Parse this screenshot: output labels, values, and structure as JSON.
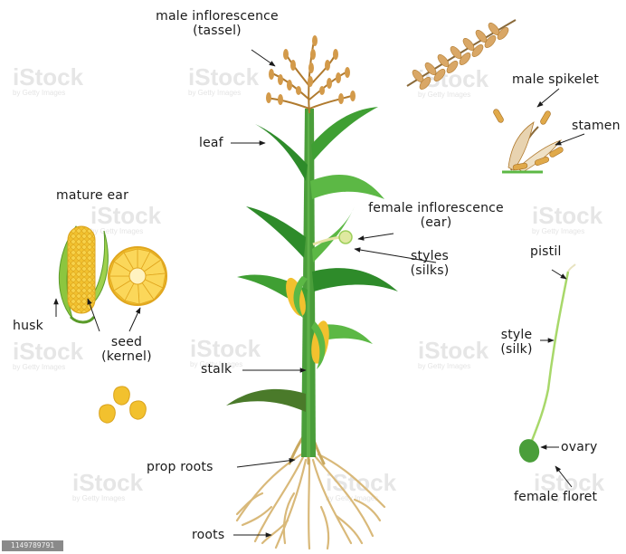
{
  "labels": {
    "tassel_1": "male inflorescence",
    "tassel_2": "(tassel)",
    "leaf": "leaf",
    "male_spikelet": "male spikelet",
    "stamen": "stamen",
    "mature_ear": "mature ear",
    "ear_1": "female inflorescence",
    "ear_2": "(ear)",
    "styles_1": "styles",
    "styles_2": "(silks)",
    "pistil": "pistil",
    "husk": "husk",
    "seed_1": "seed",
    "seed_2": "(kernel)",
    "style_1": "style",
    "style_2": "(silk)",
    "stalk": "stalk",
    "ovary": "ovary",
    "prop_roots": "prop roots",
    "female_floret": "female floret",
    "roots": "roots"
  },
  "watermark": {
    "brand": "iStock",
    "credit": "by Getty Images"
  },
  "stock_id": "1149789791",
  "colors": {
    "leaf_dark": "#2e8b2a",
    "leaf_light": "#5cb845",
    "stalk": "#4a9e3a",
    "tassel": "#d39a4a",
    "corn_yellow": "#f2c12e",
    "husk_green": "#8cc63f",
    "root": "#d9b97a",
    "text": "#1a1a1a"
  }
}
